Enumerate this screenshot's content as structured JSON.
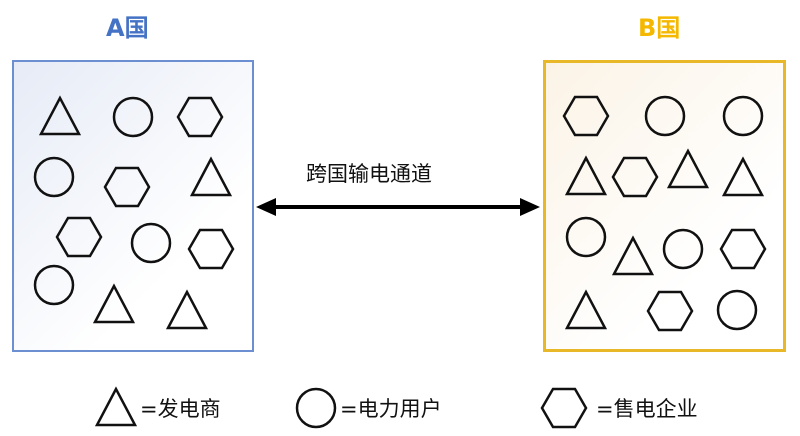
{
  "country_a": {
    "title": "A国",
    "color": "#4472c4",
    "shapes": [
      "triangle",
      "circle",
      "hexagon",
      "circle",
      "hexagon",
      "triangle",
      "hexagon",
      "circle",
      "hexagon",
      "circle",
      "triangle",
      "triangle"
    ]
  },
  "country_b": {
    "title": "B国",
    "color": "#f5b800",
    "shapes": [
      "hexagon",
      "circle",
      "circle",
      "triangle",
      "hexagon",
      "triangle",
      "triangle",
      "circle",
      "triangle",
      "circle",
      "hexagon",
      "triangle",
      "hexagon",
      "circle"
    ]
  },
  "link": {
    "label": "跨国输电通道"
  },
  "legend": [
    {
      "shape": "triangle",
      "label": "=发电商"
    },
    {
      "shape": "circle",
      "label": "=电力用户"
    },
    {
      "shape": "hexagon",
      "label": "=售电企业"
    }
  ]
}
